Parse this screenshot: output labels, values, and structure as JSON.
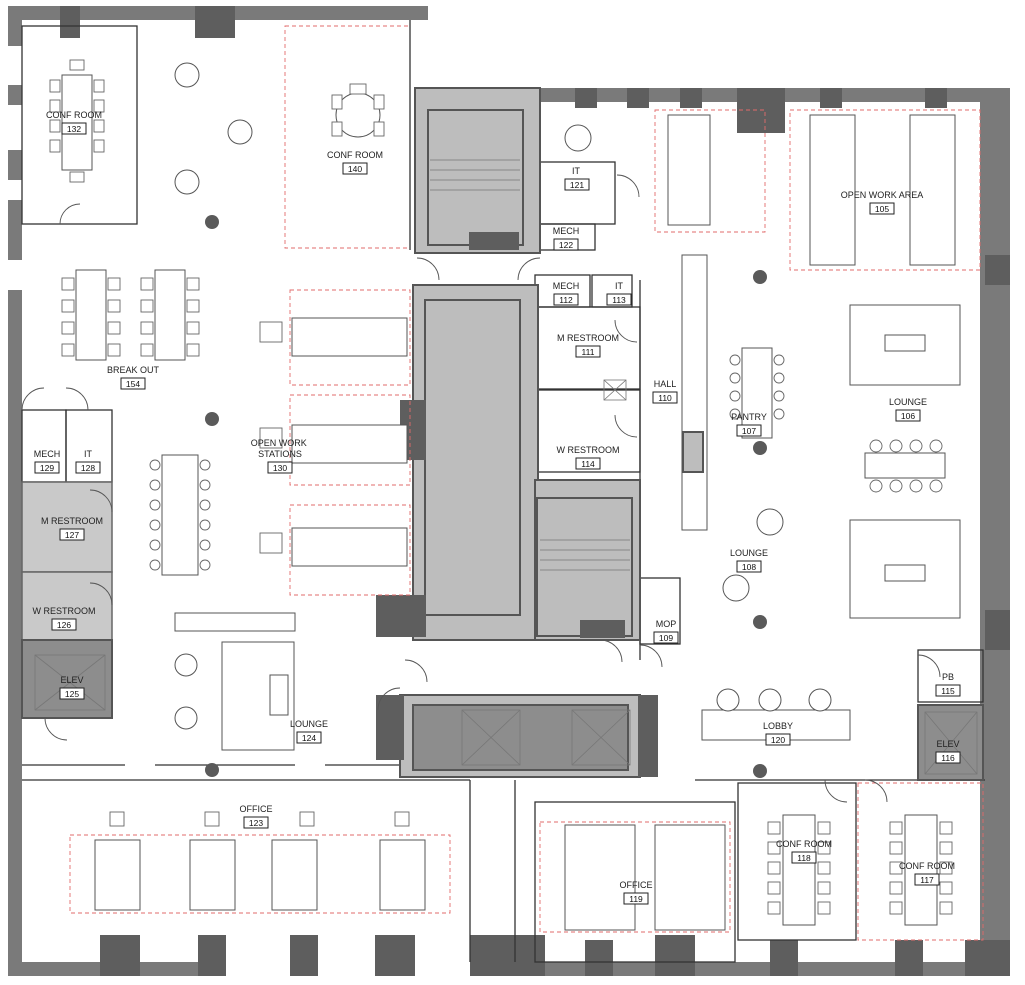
{
  "rooms": {
    "r132": {
      "name": "CONF ROOM",
      "number": "132"
    },
    "r140": {
      "name": "CONF ROOM",
      "number": "140"
    },
    "r121": {
      "name": "IT",
      "number": "121"
    },
    "r122": {
      "name": "MECH",
      "number": "122"
    },
    "r112": {
      "name": "MECH",
      "number": "112"
    },
    "r113": {
      "name": "IT",
      "number": "113"
    },
    "r105": {
      "name": "OPEN WORK AREA",
      "number": "105"
    },
    "r154": {
      "name": "BREAK OUT",
      "number": "154"
    },
    "r111": {
      "name": "M RESTROOM",
      "number": "111"
    },
    "r110": {
      "name": "HALL",
      "number": "110"
    },
    "r106": {
      "name": "LOUNGE",
      "number": "106"
    },
    "r107": {
      "name": "PANTRY",
      "number": "107"
    },
    "r129": {
      "name": "MECH",
      "number": "129"
    },
    "r128": {
      "name": "IT",
      "number": "128"
    },
    "r130": {
      "name": "OPEN WORK\nSTATIONS",
      "number": "130"
    },
    "r114": {
      "name": "W RESTROOM",
      "number": "114"
    },
    "r127": {
      "name": "M RESTROOM",
      "number": "127"
    },
    "r108": {
      "name": "LOUNGE",
      "number": "108"
    },
    "r126": {
      "name": "W RESTROOM",
      "number": "126"
    },
    "r109": {
      "name": "MOP",
      "number": "109"
    },
    "r115": {
      "name": "PB",
      "number": "115"
    },
    "r125": {
      "name": "ELEV",
      "number": "125"
    },
    "r120": {
      "name": "LOBBY",
      "number": "120"
    },
    "r124": {
      "name": "LOUNGE",
      "number": "124"
    },
    "r116": {
      "name": "ELEV",
      "number": "116"
    },
    "r123": {
      "name": "OFFICE",
      "number": "123"
    },
    "r118": {
      "name": "CONF ROOM",
      "number": "118"
    },
    "r117": {
      "name": "CONF ROOM",
      "number": "117"
    },
    "r119": {
      "name": "OFFICE",
      "number": "119"
    }
  }
}
